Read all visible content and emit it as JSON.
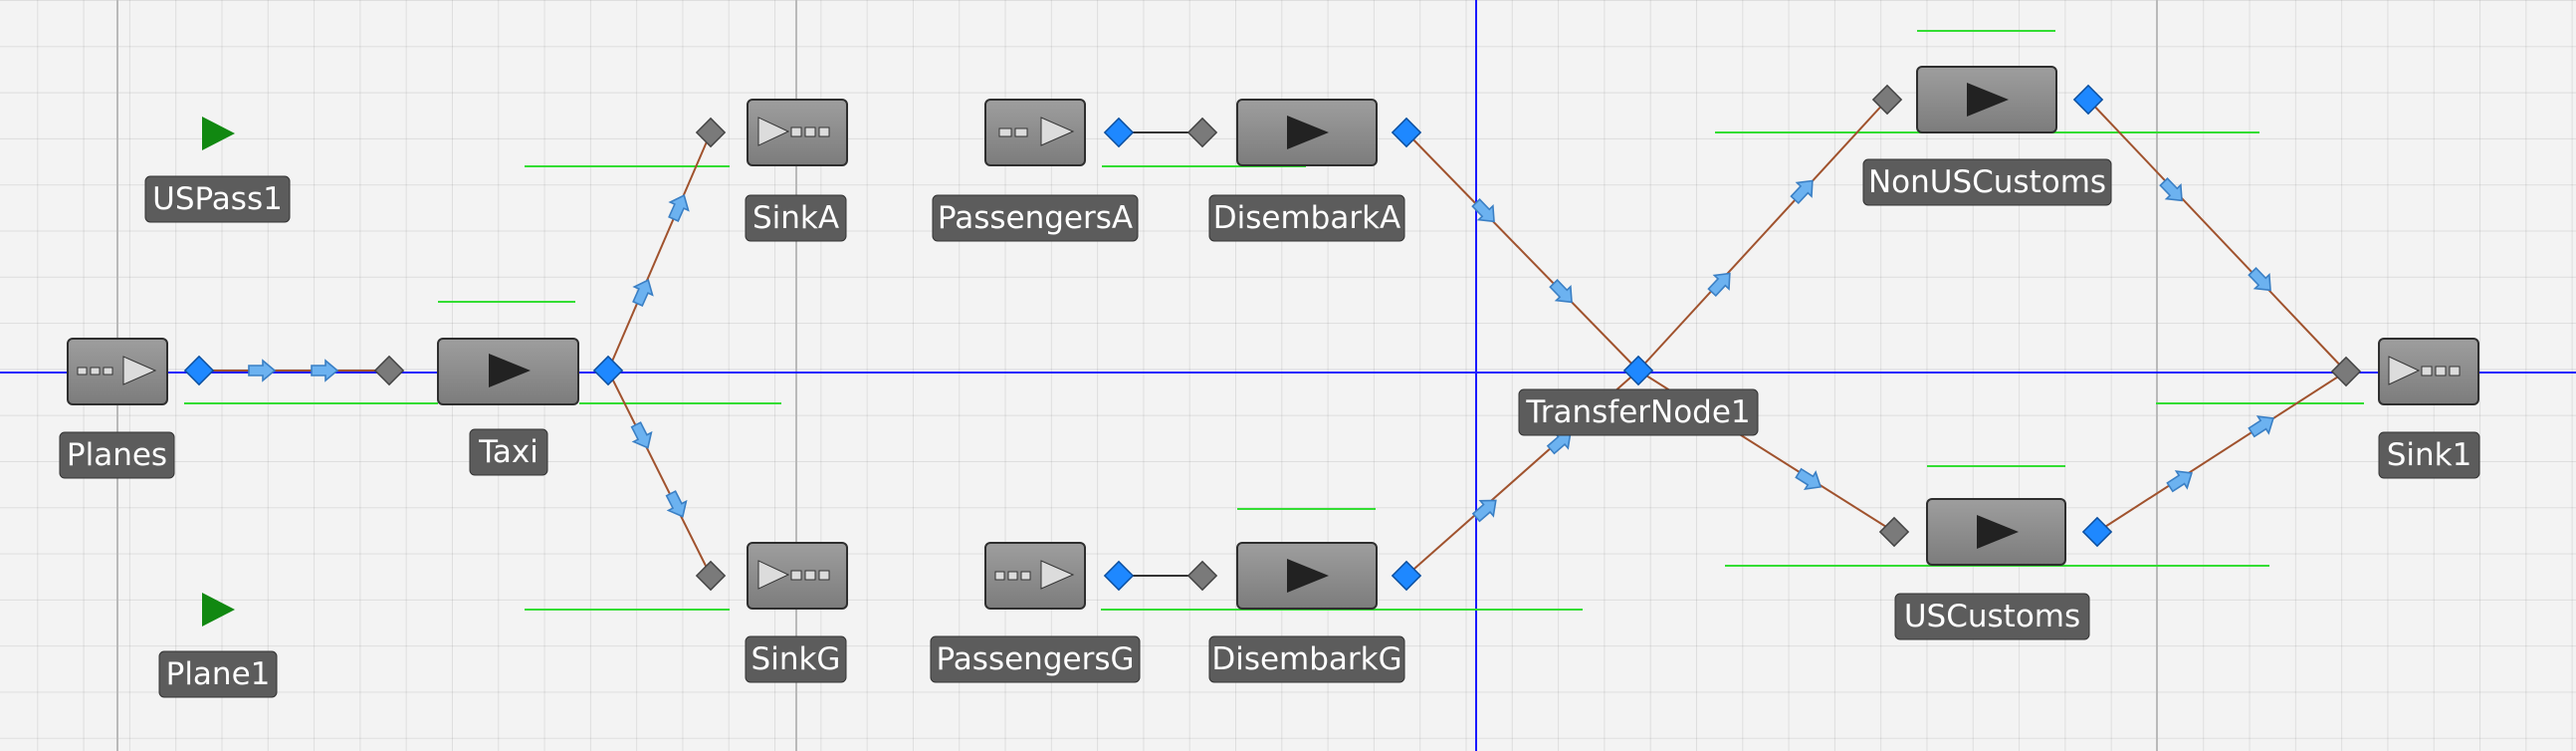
{
  "canvas": {
    "objects": {
      "USPass1": "USPass1",
      "Plane1": "Plane1",
      "Planes": "Planes",
      "Taxi": "Taxi",
      "SinkA": "SinkA",
      "SinkG": "SinkG",
      "PassengersA": "PassengersA",
      "PassengersG": "PassengersG",
      "DisembarkA": "DisembarkA",
      "DisembarkG": "DisembarkG",
      "TransferNode1": "TransferNode1",
      "NonUSCustoms": "NonUSCustoms",
      "USCustoms": "USCustoms",
      "Sink1": "Sink1"
    },
    "colors": {
      "grid_major": "#c0c0c0",
      "axis": "#1a1aff",
      "queue_line": "#33dd33",
      "path": "#a0522d",
      "node_output": "#1e88ff",
      "node_input": "#777777",
      "object_fill": "#8a8a8a",
      "label_bg": "#5c5c5c",
      "event_flag": "#118811"
    },
    "icons": {
      "source": "source-icon",
      "server": "play-icon",
      "sink": "sink-icon",
      "event": "green-flag-icon",
      "path_arrow": "path-arrow-icon"
    }
  }
}
